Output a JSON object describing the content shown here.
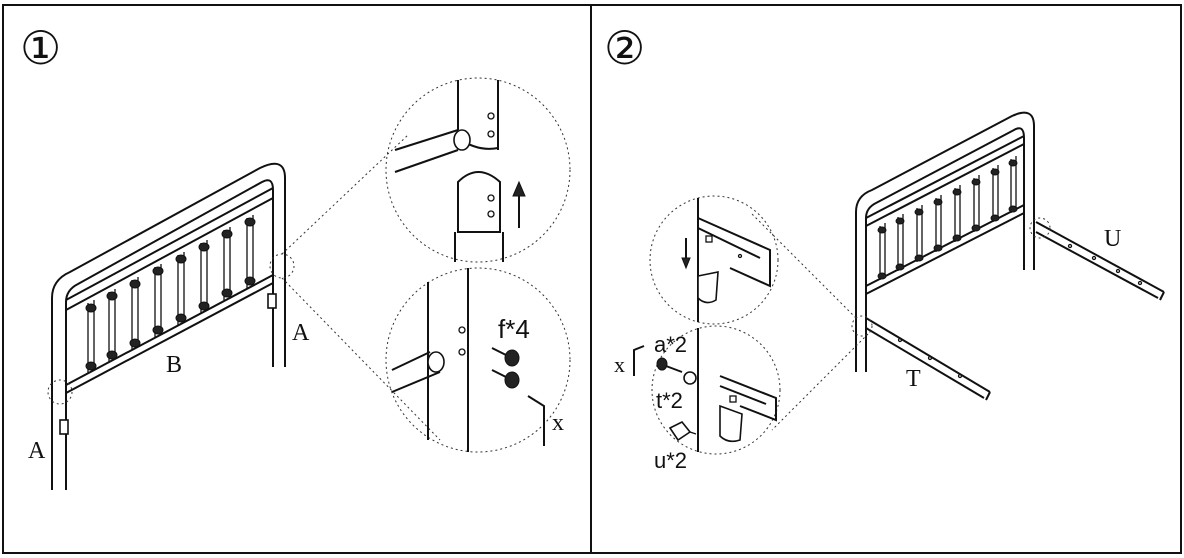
{
  "steps": [
    {
      "number": "①",
      "labels": {
        "part_b": "B",
        "post_a_right": "A",
        "post_a_left": "A",
        "fastener_f": "f*4",
        "tool_x": "x"
      }
    },
    {
      "number": "②",
      "labels": {
        "rail_u": "U",
        "rail_t": "T",
        "tool_x": "x",
        "bolt_a": "a*2",
        "washer_t": "t*2",
        "nut_u": "u*2"
      }
    }
  ],
  "colors": {
    "line": "#111111",
    "background": "#ffffff"
  }
}
